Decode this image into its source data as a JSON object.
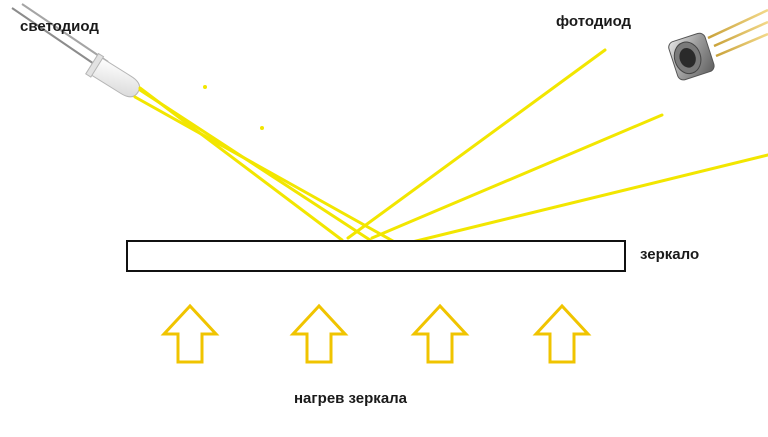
{
  "labels": {
    "led": "светодиод",
    "photodiode": "фотодиод",
    "mirror": "зеркало",
    "heating": "нагрев зеркала"
  },
  "colors": {
    "beam": "#f2e600",
    "arrow_stroke": "#f0c400",
    "arrow_fill": "#ffffff",
    "mirror_stroke": "#111111",
    "mirror_fill": "#ffffff",
    "text": "#1a1a1a"
  },
  "icons": {
    "emitter": "led-icon",
    "receiver": "photodiode-icon",
    "heat": "up-arrow-icon"
  }
}
